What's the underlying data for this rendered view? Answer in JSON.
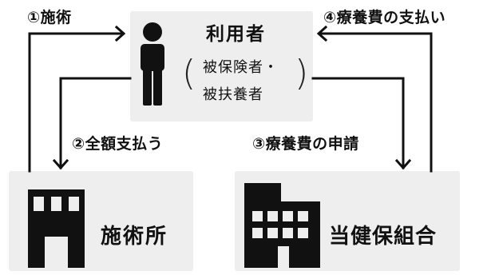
{
  "user": {
    "title": "利用者",
    "subtitle_line1": "被保険者・",
    "subtitle_line2": "被扶養者",
    "paren_open": "(",
    "paren_close": ")",
    "icon": "person-icon"
  },
  "clinic": {
    "title": "施術所",
    "icon": "clinic-building-icon"
  },
  "union": {
    "title": "当健保組合",
    "icon": "office-building-icon"
  },
  "steps": {
    "s1": "①施術",
    "s2": "②全額支払う",
    "s3": "③療養費の申請",
    "s4": "④療養費の支払い"
  },
  "colors": {
    "box_fill": "#eeeeee",
    "ink": "#111111",
    "background": "#ffffff"
  }
}
